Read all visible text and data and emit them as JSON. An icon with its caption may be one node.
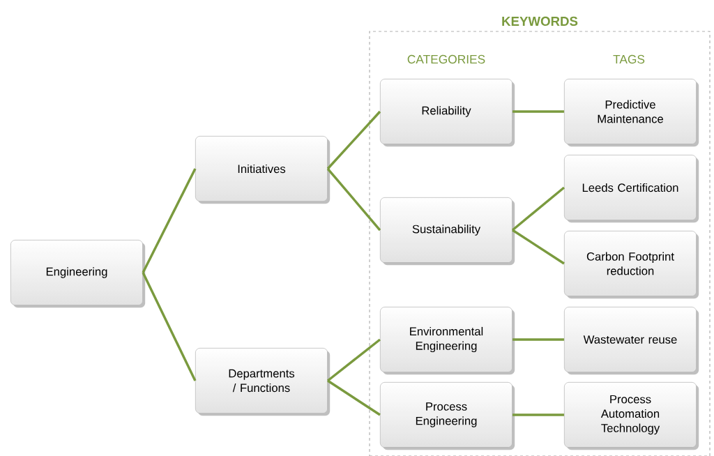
{
  "diagram": {
    "nodes": [
      {
        "text": [
          "Engineering"
        ]
      },
      {
        "text": [
          "Initiatives"
        ]
      },
      {
        "text": [
          "Departments / Functions"
        ]
      },
      {
        "text": [
          "KEYWORDS"
        ]
      },
      {
        "text": [
          "Reliability"
        ],
        "in": 3
      },
      {
        "text": [
          "Sustainability"
        ],
        "in": 3
      },
      {
        "text": [
          "Environmental Engineering"
        ],
        "in": 3
      },
      {
        "text": [
          "Process Engineering"
        ],
        "in": 3
      },
      {
        "text": [
          "Predictive Maintenance"
        ],
        "in": 3
      },
      {
        "text": [
          "Leeds Certification"
        ],
        "in": 3
      },
      {
        "text": [
          "Carbon Footprint reduction"
        ],
        "in": 3
      },
      {
        "text": [
          "Wastewater reuse"
        ],
        "in": 3
      },
      {
        "text": [
          "Process Automation Technology"
        ],
        "in": 3
      }
    ],
    "edges": [
      {
        "from": 0,
        "to": 1,
        "arrow": "none"
      },
      {
        "from": 0,
        "to": 2,
        "arrow": "none"
      },
      {
        "from": 1,
        "to": 4,
        "arrow": "none"
      },
      {
        "from": 1,
        "to": 5,
        "arrow": "none"
      },
      {
        "from": 2,
        "to": 6,
        "arrow": "none"
      },
      {
        "from": 2,
        "to": 7,
        "arrow": "none"
      },
      {
        "from": 4,
        "to": 8,
        "arrow": "none"
      },
      {
        "from": 5,
        "to": 9,
        "arrow": "none"
      },
      {
        "from": 5,
        "to": 10,
        "arrow": "none"
      },
      {
        "from": 6,
        "to": 11,
        "arrow": "none"
      },
      {
        "from": 7,
        "to": 12,
        "arrow": "none"
      }
    ],
    "labels": [
      "CATEGORIES",
      "TAGS"
    ]
  }
}
